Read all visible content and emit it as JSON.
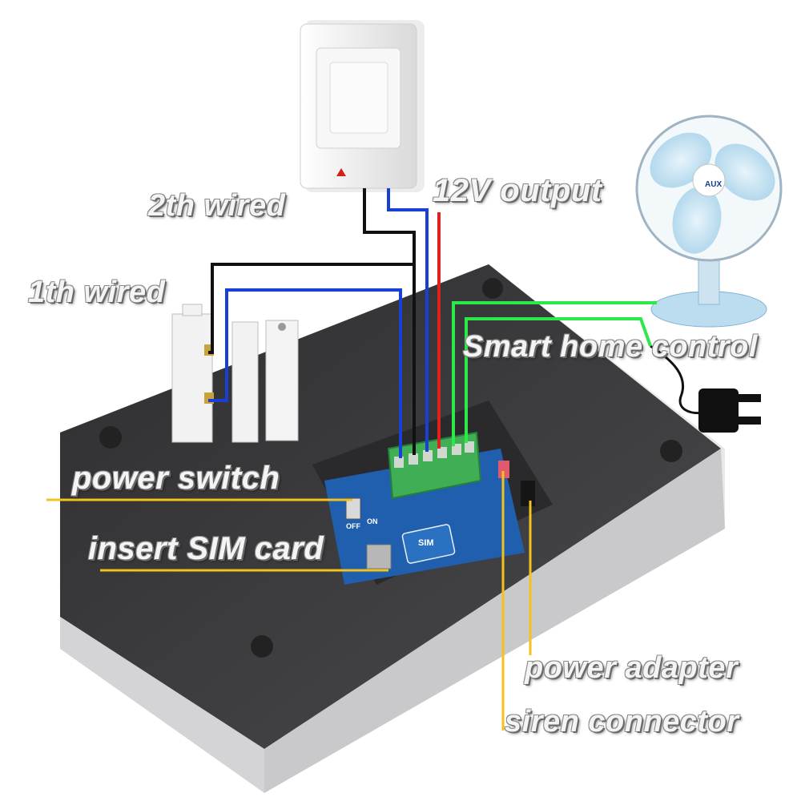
{
  "labels": {
    "second_wired": "2th wired",
    "output_12v": "12V output",
    "first_wired": "1th wired",
    "smart_home": "Smart home control",
    "power_switch": "power switch",
    "insert_sim": "insert SIM card",
    "power_adapter": "power adapter",
    "siren_connector": "siren connector"
  },
  "device": {
    "fan_brand": "AUX",
    "sim_tray_label": "SIM",
    "switch_off": "OFF",
    "switch_on": "ON"
  },
  "colors": {
    "panel": "#3b3b3d",
    "pcb": "#1f5fae",
    "terminal": "#3fae55",
    "wire_black": "#111111",
    "wire_blue": "#1a3fd6",
    "wire_red": "#e0201c",
    "wire_green": "#2ee84a",
    "leader_yellow": "#f4c21c"
  }
}
